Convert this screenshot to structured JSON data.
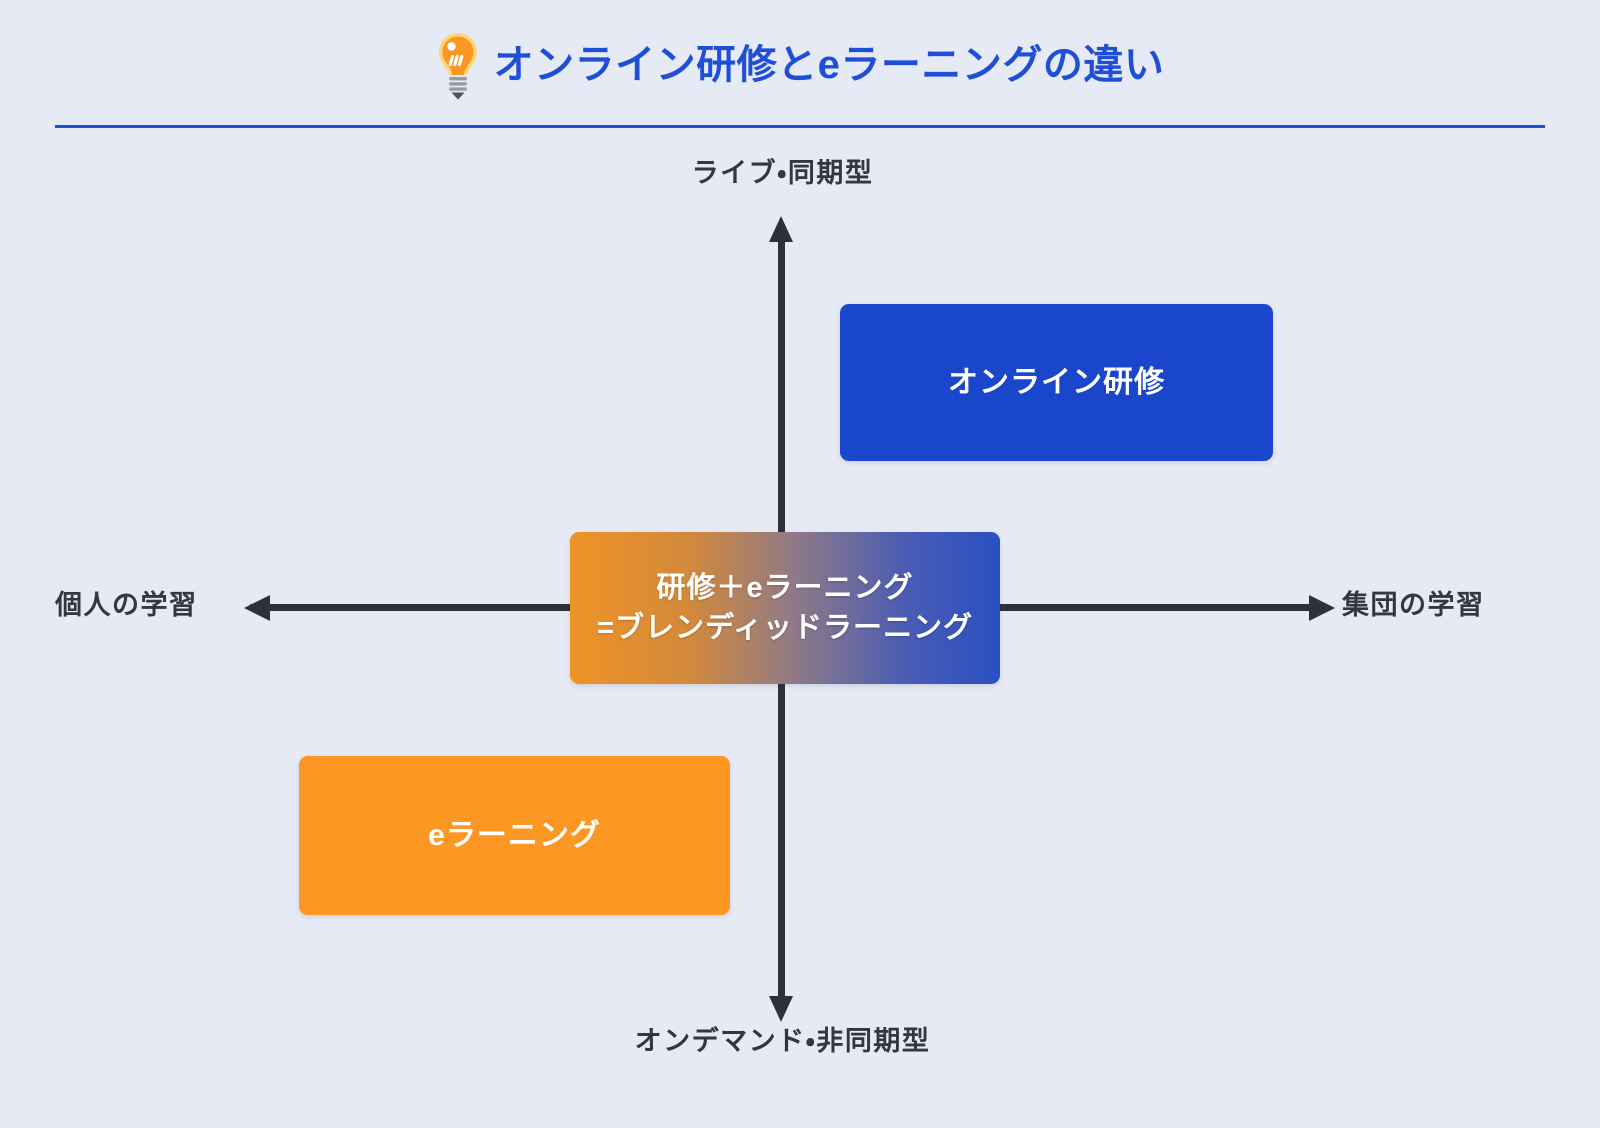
{
  "header": {
    "icon": "lightbulb-icon",
    "title": "オンライン研修とeラーニングの違い",
    "title_color": "#1f4fd8",
    "rule_color": "#1f4fd8"
  },
  "background_color": "#e6eaf5",
  "chart_data": {
    "type": "scatter",
    "title": "オンライン研修とeラーニングの違い",
    "layout": "2x2-quadrant-matrix",
    "axes": {
      "vertical": {
        "top_label": "ライブ・同期型",
        "bottom_label": "オンデマンド・非同期型",
        "color": "#2f3136"
      },
      "horizontal": {
        "left_label": "個人の学習",
        "right_label": "集団の学習",
        "color": "#2f3136"
      }
    },
    "items": [
      {
        "id": "online-training",
        "label": "オンライン研修",
        "quadrant": "top-right",
        "x": "集団の学習",
        "y": "ライブ・同期型",
        "color": "#1a46cc",
        "text_color": "#ffffff"
      },
      {
        "id": "e-learning",
        "label": "eラーニング",
        "quadrant": "bottom-left",
        "x": "個人の学習",
        "y": "オンデマンド・非同期型",
        "color": "#fb9722",
        "text_color": "#ffffff"
      },
      {
        "id": "blended-learning",
        "label": "研修＋eラーニング\n=ブレンディッドラーニング",
        "quadrant": "center",
        "x": "中間",
        "y": "中間",
        "color": "gradient:#ef9327→#2a4fc4",
        "text_color": "#ffffff"
      }
    ]
  }
}
